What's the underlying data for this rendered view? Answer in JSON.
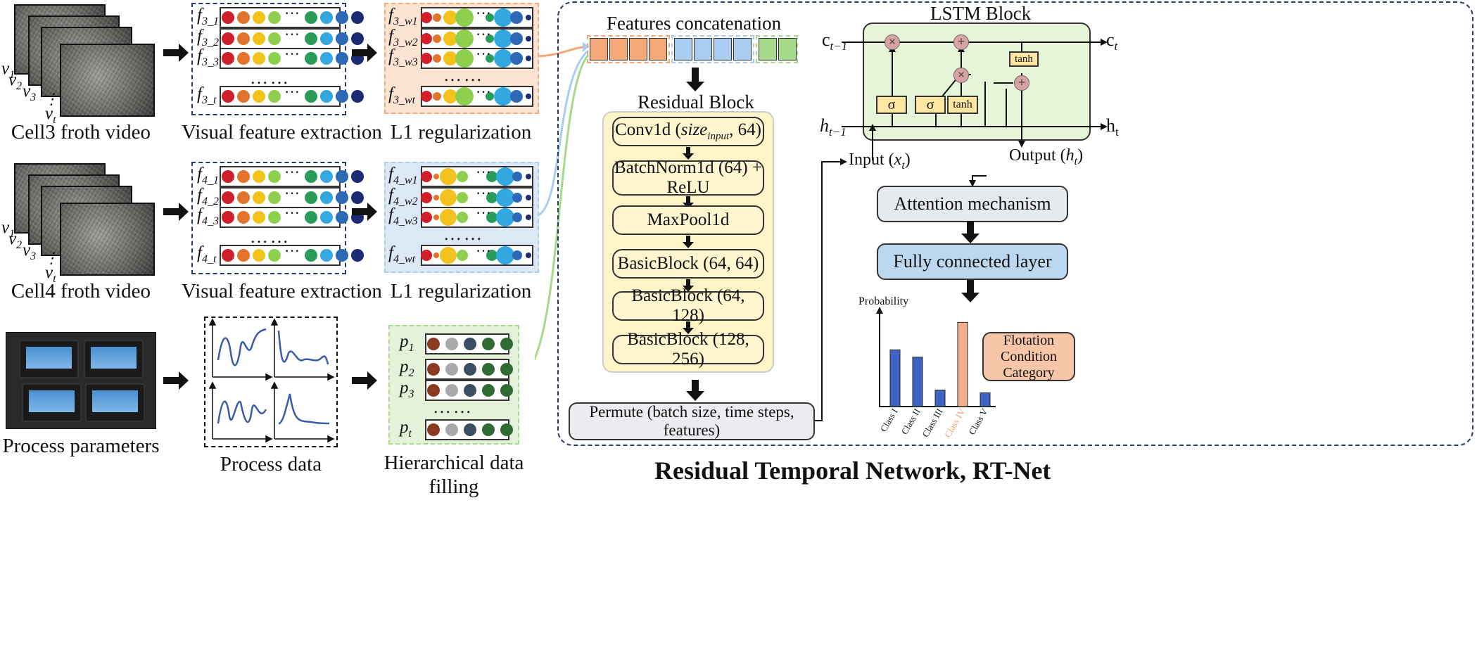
{
  "captions": {
    "cell3_video": "Cell3 froth video",
    "cell4_video": "Cell4 froth video",
    "process_params": "Process parameters",
    "visual_fe_1": "Visual feature extraction",
    "visual_fe_2": "Visual feature extraction",
    "process_data": "Process data",
    "l1_reg_1": "L1 regularization",
    "l1_reg_2": "L1 regularization",
    "hier_fill_1": "Hierarchical data",
    "hier_fill_2": "filling",
    "features_concat": "Features concatenation",
    "residual_block": "Residual Block",
    "lstm_block": "LSTM Block",
    "rtnet_title": "Residual Temporal Network, RT-Net"
  },
  "ellipsis": "……",
  "frame_labels": {
    "v1": "v",
    "v1_sub": "1",
    "v2": "v",
    "v2_sub": "2",
    "v3": "v",
    "v3_sub": "3",
    "vt": "v",
    "vt_sub": "t",
    "dots": "⋮"
  },
  "f3_rows": [
    {
      "name": "f",
      "sub": "3_1"
    },
    {
      "name": "f",
      "sub": "3_2"
    },
    {
      "name": "f",
      "sub": "3_3"
    },
    {
      "name": "f",
      "sub": "3_t"
    }
  ],
  "f3w_rows": [
    {
      "name": "f",
      "sub": "3_w1"
    },
    {
      "name": "f",
      "sub": "3_w2"
    },
    {
      "name": "f",
      "sub": "3_w3"
    },
    {
      "name": "f",
      "sub": "3_wt"
    }
  ],
  "f4_rows": [
    {
      "name": "f",
      "sub": "4_1"
    },
    {
      "name": "f",
      "sub": "4_2"
    },
    {
      "name": "f",
      "sub": "4_3"
    },
    {
      "name": "f",
      "sub": "4_t"
    }
  ],
  "f4w_rows": [
    {
      "name": "f",
      "sub": "4_w1"
    },
    {
      "name": "f",
      "sub": "4_w2"
    },
    {
      "name": "f",
      "sub": "4_w3"
    },
    {
      "name": "f",
      "sub": "4_wt"
    }
  ],
  "p_rows": [
    {
      "name": "p",
      "sub": "1"
    },
    {
      "name": "p",
      "sub": "2"
    },
    {
      "name": "p",
      "sub": "3"
    },
    {
      "name": "p",
      "sub": "t"
    }
  ],
  "residual_layers": [
    {
      "pre": "Conv1d (",
      "it": "size",
      "itsub": "input",
      "post": ", 64)"
    },
    {
      "pre": "BatchNorm1d (64) + ReLU",
      "it": "",
      "itsub": "",
      "post": ""
    },
    {
      "pre": "MaxPool1d",
      "it": "",
      "itsub": "",
      "post": ""
    },
    {
      "pre": "BasicBlock (64, 64)",
      "it": "",
      "itsub": "",
      "post": ""
    },
    {
      "pre": "BasicBlock (64, 128)",
      "it": "",
      "itsub": "",
      "post": ""
    },
    {
      "pre": "BasicBlock (128, 256)",
      "it": "",
      "itsub": "",
      "post": ""
    }
  ],
  "permute": "Permute (batch size, time steps, features)",
  "attention": "Attention mechanism",
  "fully_connected": "Fully connected layer",
  "flotation_cat": "Flotation Condition Category",
  "lstm": {
    "c_prev": "c",
    "c_prev_sub": "t−1",
    "c_t": "c",
    "c_t_sub": "t",
    "h_prev": "h",
    "h_prev_sub": "t−1",
    "h_t": "h",
    "h_t_sub": "t",
    "sigma": "σ",
    "tanh": "tanh",
    "times": "×",
    "plus": "+",
    "input": "Input (",
    "input_var": "x",
    "input_sub": "t",
    "input_close": ")",
    "output": "Output (",
    "output_var": "h",
    "output_sub": "t",
    "output_close": ")"
  },
  "chart_data": {
    "type": "bar",
    "ylabel": "Probability",
    "categories": [
      "Class I",
      "Class II",
      "Class III",
      "Class IV",
      "Class V"
    ],
    "values": [
      0.62,
      0.54,
      0.18,
      0.92,
      0.15
    ],
    "bar_colors": [
      "#3e64c4",
      "#3e64c4",
      "#3e64c4",
      "#f2b08a",
      "#3e64c4"
    ],
    "category_colors": [
      "#111111",
      "#111111",
      "#111111",
      "#f0a070",
      "#111111"
    ]
  },
  "colors": {
    "concat_orange": "#f2a877",
    "concat_blue": "#a9cdf1",
    "concat_green": "#a7d98a",
    "l1_orange_bg": "#fde3d2",
    "l1_blue_bg": "#dce8f6",
    "hier_green_bg": "#e3f2d8",
    "residual_bg": "#fff6cf",
    "lstm_bg": "#e6f5d7",
    "attention_bg": "#e6e9ee",
    "fc_bg": "#bcd8f0",
    "flotation_bg": "#f7c6a8",
    "permute_bg": "#eaecef"
  }
}
